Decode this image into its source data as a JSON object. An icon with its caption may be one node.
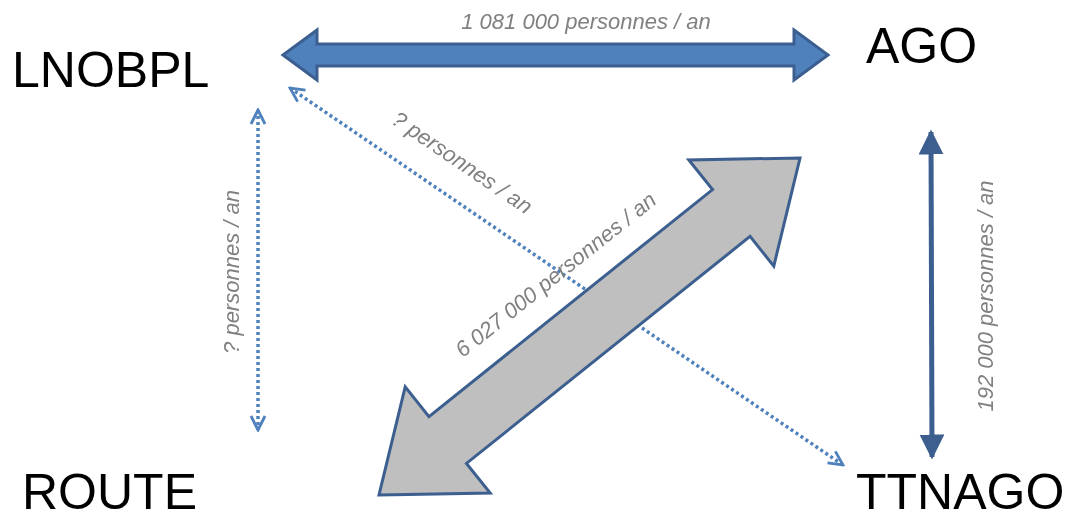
{
  "diagram": {
    "nodes": [
      {
        "text": [
          "LNOBPL"
        ]
      },
      {
        "text": [
          "AGO"
        ]
      },
      {
        "text": [
          "ROUTE"
        ]
      },
      {
        "text": [
          "TTNAGO"
        ]
      }
    ],
    "edges": [
      {
        "from": 0,
        "to": 1,
        "arrow": "both",
        "label": "1 081 000 personnes / an",
        "style": "thick"
      },
      {
        "from": 0,
        "to": 3,
        "arrow": "both",
        "label": "? personnes / an",
        "style": "dashed"
      },
      {
        "from": 0,
        "to": 2,
        "arrow": "both",
        "label": "? personnes / an",
        "style": "dashed"
      },
      {
        "from": 2,
        "to": 1,
        "arrow": "both",
        "label": "6 027 000 personnes / an",
        "style": "thick",
        "color": "#bfbfbf"
      },
      {
        "from": 1,
        "to": 3,
        "arrow": "both",
        "label": "192 000 personnes / an",
        "color": "#3c5f8f"
      }
    ]
  }
}
